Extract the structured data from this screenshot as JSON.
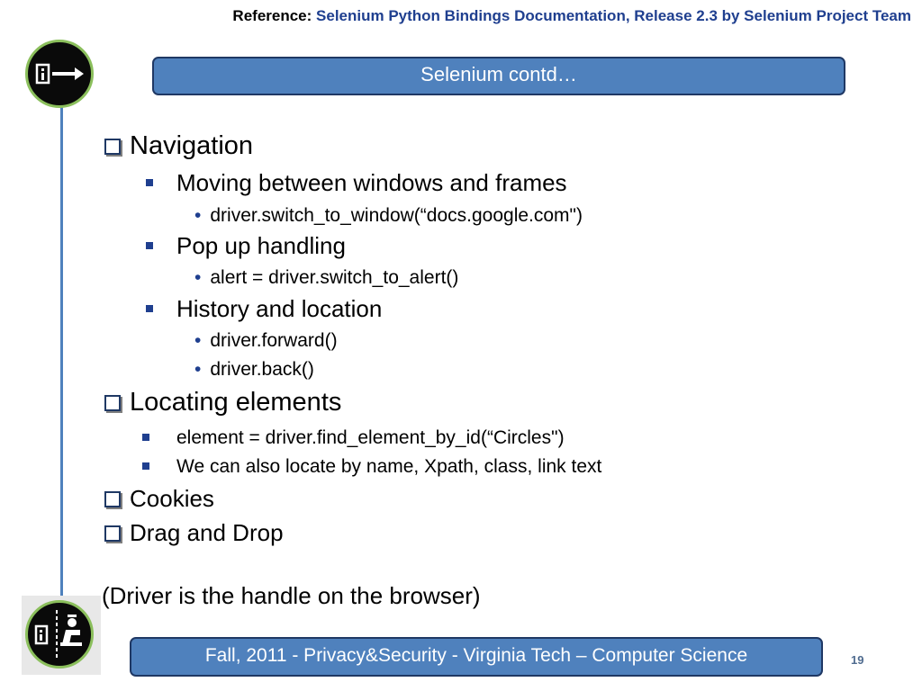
{
  "header": {
    "reference_label": "Reference:",
    "reference_text": "Selenium Python Bindings Documentation, Release 2.3 by Selenium Project Team"
  },
  "slide": {
    "title": "Selenium contd…",
    "items": [
      {
        "text": "Navigation"
      },
      {
        "text": "Moving between windows and frames"
      },
      {
        "text": "driver.switch_to_window(“docs.google.com\")"
      },
      {
        "text": "Pop up handling"
      },
      {
        "text": "alert = driver.switch_to_alert()"
      },
      {
        "text": "History and location"
      },
      {
        "text": "driver.forward()"
      },
      {
        "text": "driver.back()"
      },
      {
        "text": "Locating elements"
      },
      {
        "text": "element = driver.find_element_by_id(“Circles\")"
      },
      {
        "text": "We can also locate by name, Xpath, class, link text"
      },
      {
        "text": "Cookies"
      },
      {
        "text": "Drag and Drop"
      }
    ],
    "note": "(Driver is the handle on the browser)"
  },
  "footer": {
    "text": "Fall, 2011  - Privacy&Security  - Virginia Tech – Computer Science",
    "page_number": "19"
  },
  "icons": {
    "top": "exit-door-icon",
    "bottom": "checkpoint-icon"
  },
  "colors": {
    "accent_blue": "#4f81bd",
    "dark_border": "#1f3864",
    "reference_blue": "#1f3f8f",
    "icon_ring_green": "#8bbf5c"
  }
}
